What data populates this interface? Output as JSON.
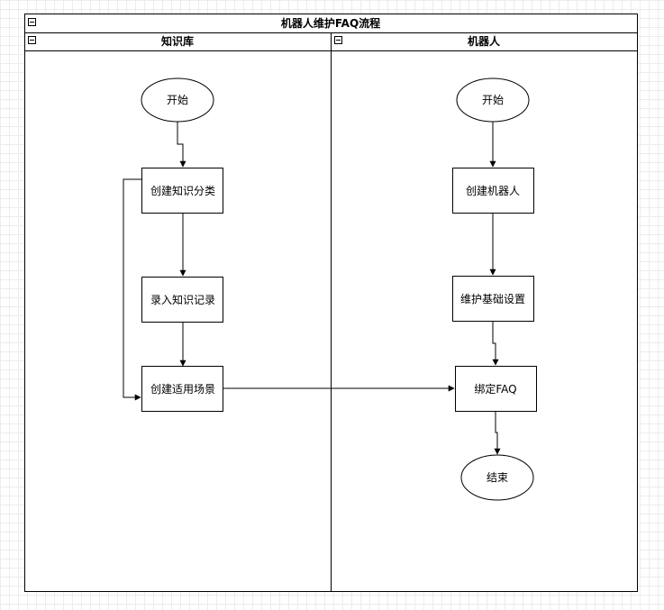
{
  "pool": {
    "title": "机器人维护FAQ流程",
    "collapse_symbol": "−"
  },
  "lanes": [
    {
      "title": "知识库",
      "collapse_symbol": "−"
    },
    {
      "title": "机器人",
      "collapse_symbol": "−"
    }
  ],
  "nodes": {
    "kb_start": "开始",
    "kb_create_category": "创建知识分类",
    "kb_enter_record": "录入知识记录",
    "kb_create_scenario": "创建适用场景",
    "bot_start": "开始",
    "bot_create_robot": "创建机器人",
    "bot_basic_settings": "维护基础设置",
    "bot_bind_faq": "绑定FAQ",
    "bot_end": "结束"
  },
  "colors": {
    "line": "#000000",
    "fill": "#ffffff",
    "grid": "#ececec"
  }
}
